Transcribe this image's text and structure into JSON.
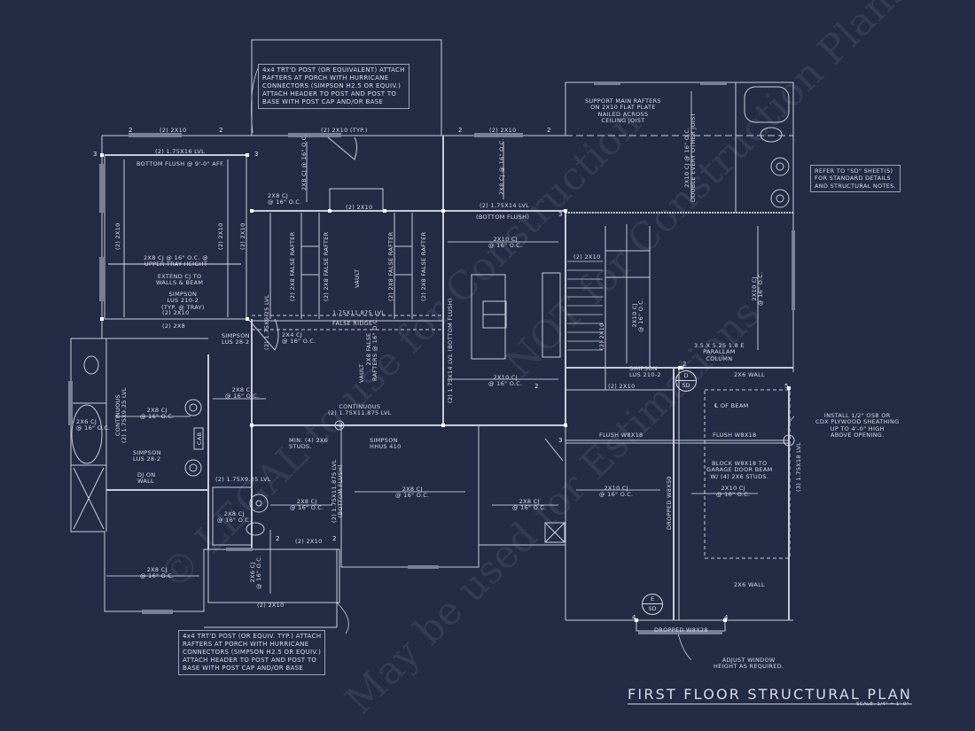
{
  "drawing": {
    "title": "FIRST FLOOR STRUCTURAL PLAN",
    "scale": "SCALE: 1/4\" = 1'-0\"",
    "background_color": "#242b45",
    "line_color": "#c8ccd8",
    "watermark_lines": [
      "© LEGAL to use for Construction",
      "May be used for Estimations",
      "NOT for Construction Plans.com"
    ]
  },
  "notes": {
    "porch_top": "4x4 TRT'D POST (OR EQUIVALENT) ATTACH\nRAFTERS AT PORCH WITH HURRICANE\nCONNECTORS (SIMPSON H2.5 OR EQUIV.)\nATTACH HEADER TO POST AND POST TO\nBASE WITH POST CAP AND/OR BASE",
    "porch_bottom": "4x4 TRT'D POST (OR EQUIV. TYP.) ATTACH\nRAFTERS AT PORCH WITH HURRICANE\nCONNECTORS (SIMPSON H2.5 OR EQUIV.)\nATTACH HEADER TO POST AND POST TO\nBASE WITH POST CAP AND/OR BASE",
    "refer_sd": "REFER TO \"SD\" SHEET(S)\nFOR STANDARD DETAILS\nAND STRUCTURAL NOTES.",
    "support_rafters": "SUPPORT MAIN RAFTERS\nON 2x10 FLAT PLATE\nNAILED ACROSS\nCEILING JOIST",
    "sheathing": "INSTALL 1/2\" OSB OR\nCDX PLYWOOD SHEATHING\nUP TO 4'-0\" HIGH\nABOVE OPENING.",
    "adjust_window": "ADJUST WINDOW\nHEIGHT AS REQUIRED."
  },
  "labels": {
    "hdr_typ": "(2) 2x10 (TYP.)",
    "hdr_2x10_a": "(2) 2x10",
    "hdr_2x10_b": "(2) 2x10",
    "hdr_2x10_c": "(2) 2x10",
    "hdr_2x10_d": "(2) 2x10",
    "hdr_2x10_e": "(2) 2x10",
    "hdr_2x10_f": "(2) 2x10",
    "hdr_2x10_g": "(2) 2x10",
    "hdr_2x10_porch": "(2) 2x10",
    "hdr_2x10_bath": "(2) 2x10",
    "lvl_175x16": "(2) 1.75x16 LVL",
    "bottom_flush_9": "BOTTOM FLUSH @ 9'-0\" AFF.",
    "left_2x10": "(2) 2x10",
    "right_2x10": "(2) 2x10",
    "mid_2x10": "(2) 2x10",
    "cj_tray": "2x8 CJ @ 16\" O.C. @\nUPPER TRAY HEIGHT",
    "extend_cj": "EXTEND CJ TO\nWALLS & BEAM",
    "simpson_lus210": "SIMPSON\nLUS 210-2\n(TYP. @ TRAY)",
    "hdr_2x8": "(2) 2x8",
    "simpson_lus28_a": "SIMPSON\nLUS 28-2",
    "simpson_lus28_b": "SIMPSON\nLUS 28-2",
    "cj_2x8_porch": "2x8 CJ\n@ 16\" O.C.",
    "cj_2x8_small": "2x8 CJ\n@ 16\" O.C.",
    "false_rafter": "(2) 2x8 FALSE RAFTER",
    "vault": "VAULT",
    "lvl_11875": "1.75x11.875 LVL",
    "false_ridge": "FALSE RIDGE",
    "lvl_925_v": "(2) 1.75x9.25 LVL",
    "cj_2x4": "2x4 CJ\n@ 16\" O.C.",
    "vault_rafters": "2x8 FALSE\nRAFTERS @ 16\" O.C.",
    "continuous_lvl": "CONTINUOUS\n(2) 1.75x11.875 LVL",
    "min_studs": "MIN. (4) 2x6\nSTUDS.",
    "simpson_hhus": "SIMPSON\nHHUS 410",
    "lvl_bottom_flush_v": "(2) 1.75x11.875 LVL\n(BOTTOM FLUSH)",
    "lvl_175x14": "(2) 1.75x14 LVL",
    "bottom_flush": "(BOTTOM FLUSH)",
    "lvl_175x14_v": "(2) 1.75x14 LVL (BOTTOM FLUSH)",
    "cj_2x10_kitchen_a": "2x10 CJ\n@ 16\" O.C.",
    "cj_2x10_kitchen_b": "2x10 CJ\n@ 16\" O.C.",
    "cj_2x8_dining": "2x8 CJ\n@ 16\" O.C.",
    "cj_2x8_hall": "2x8 CJ\n@ 16\" O.C.",
    "cj_2x8_bed": "2x8 CJ\n@ 16\" O.C.",
    "cj_2x8_bath": "2x8 CJ\n@ 16\" O.C.",
    "cj_2x8_bath2": "2x8 CJ\n@ 16\" O.C.",
    "cj_2x8_laundry": "2x8 CJ\n@ 16\" O.C.",
    "cj_2x6_porch": "2x6 CJ\n@ 16\" O.C.",
    "cj_2x6_tub": "2x6 CJ\n@ 16\" O.C.",
    "continuous_lvl_v": "CONTINUOUS\n(2) 1.75x9.25 LVL",
    "dj_on_wall": "DJ ON\nWALL",
    "cab": "CAB",
    "lvl_925_h": "(2) 1.75x9.25 LVL",
    "cj_master": "2x10 CJ @ 16\" O.C.\nDOUBLE EVERY OTHER JOIST",
    "cj_stair": "2x10 CJ\n@ 16\" O.C.",
    "cj_living": "2x10 CJ\n@ 16\" O.C.",
    "cj_garage_a": "2x10 CJ\n@ 16\" O.C.",
    "cj_garage_b": "2x10 CJ\n@ 16\" O.C.",
    "parallam": "3.5 x 5.25 1.8 E\nPARALLAM\nCOLUMN",
    "simpson_lus210_b": "SIMPSON\nLUS 210-2",
    "wall_2x6_a": "2x6 WALL",
    "wall_2x6_b": "2x6 WALL",
    "cl_beam": "℄ OF BEAM",
    "flush_w8_a": "FLUSH W8x18",
    "flush_w8_b": "FLUSH W8x18",
    "block_w8": "BLOCK W8x18 TO\nGARAGE DOOR BEAM\nW/ (4) 2x6 STUDS.",
    "dropped_w8x50": "DROPPED W8x50",
    "dropped_w8x28": "DROPPED W8x28",
    "lvl_3_175x18": "(3) 1.75x18 LVL",
    "bearing_2": "2",
    "bearing_3": "3",
    "bearing_4": "4",
    "bearing_5": "5"
  },
  "section_tags": [
    {
      "letter": "D",
      "sheet": "SD"
    },
    {
      "letter": "E",
      "sheet": "SD"
    }
  ]
}
